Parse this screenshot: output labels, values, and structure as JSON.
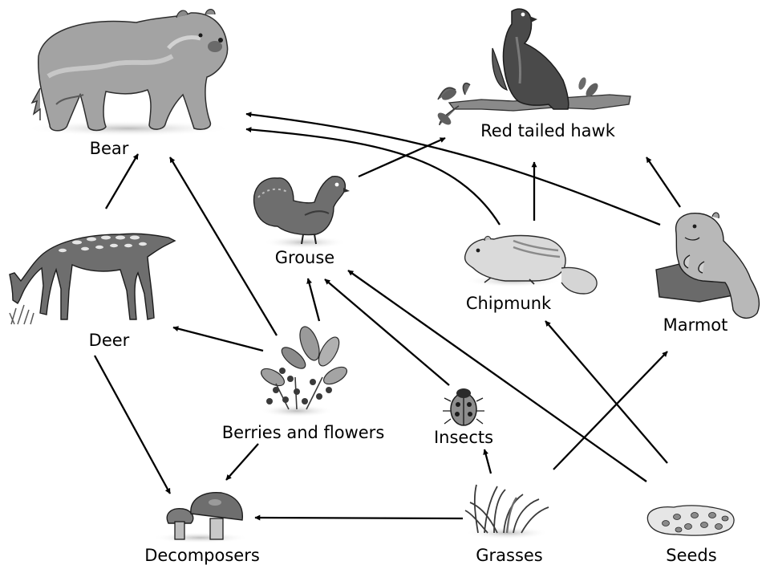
{
  "organisms": {
    "bear": "Bear",
    "hawk": "Red tailed hawk",
    "grouse": "Grouse",
    "chipmunk": "Chipmunk",
    "marmot": "Marmot",
    "deer": "Deer",
    "berries": "Berries and flowers",
    "insects": "Insects",
    "decomposers": "Decomposers",
    "grasses": "Grasses",
    "seeds": "Seeds"
  },
  "links": [
    {
      "from": "Deer",
      "to": "Bear"
    },
    {
      "from": "Berries and flowers",
      "to": "Bear"
    },
    {
      "from": "Chipmunk",
      "to": "Bear"
    },
    {
      "from": "Marmot",
      "to": "Bear"
    },
    {
      "from": "Grouse",
      "to": "Red tailed hawk"
    },
    {
      "from": "Chipmunk",
      "to": "Red tailed hawk"
    },
    {
      "from": "Marmot",
      "to": "Red tailed hawk"
    },
    {
      "from": "Berries and flowers",
      "to": "Deer"
    },
    {
      "from": "Berries and flowers",
      "to": "Grouse"
    },
    {
      "from": "Insects",
      "to": "Grouse"
    },
    {
      "from": "Seeds",
      "to": "Grouse"
    },
    {
      "from": "Seeds",
      "to": "Chipmunk"
    },
    {
      "from": "Grasses",
      "to": "Marmot"
    },
    {
      "from": "Grasses",
      "to": "Insects"
    },
    {
      "from": "Grasses",
      "to": "Decomposers"
    },
    {
      "from": "Deer",
      "to": "Decomposers"
    },
    {
      "from": "Berries and flowers",
      "to": "Decomposers"
    }
  ],
  "palette": {
    "dark": "#4a4a4a",
    "mid": "#8a8a8a",
    "light": "#c4c4c4",
    "pale": "#e3e3e3"
  }
}
